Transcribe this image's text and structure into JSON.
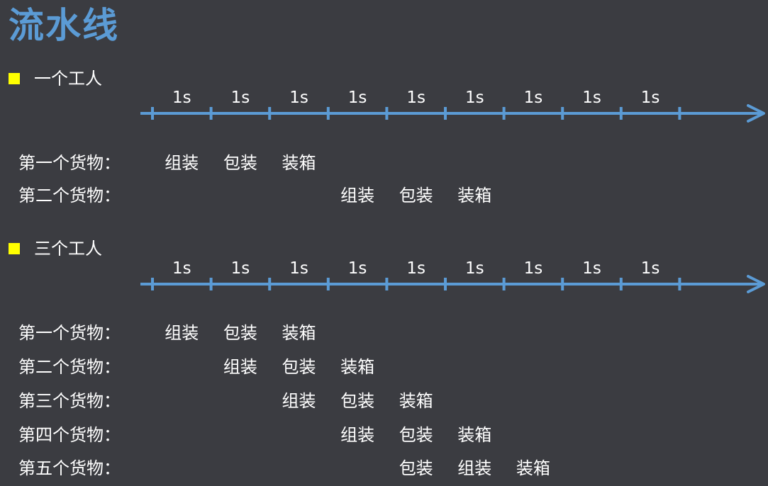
{
  "title": "流水线",
  "colors": {
    "accent": "#5b9bd5",
    "bullet": "#ffff00",
    "background": "#3b3c41",
    "text": "#ffffff"
  },
  "sections": [
    {
      "heading": "一个工人",
      "tick_labels": [
        "1s",
        "1s",
        "1s",
        "1s",
        "1s",
        "1s",
        "1s",
        "1s",
        "1s"
      ],
      "rows": [
        {
          "label": "第一个货物：",
          "steps": [
            {
              "text": "组装",
              "slot": 0
            },
            {
              "text": "包装",
              "slot": 1
            },
            {
              "text": "装箱",
              "slot": 2
            }
          ]
        },
        {
          "label": "第二个货物：",
          "steps": [
            {
              "text": "组装",
              "slot": 3
            },
            {
              "text": "包装",
              "slot": 4
            },
            {
              "text": "装箱",
              "slot": 5
            }
          ]
        }
      ]
    },
    {
      "heading": "三个工人",
      "tick_labels": [
        "1s",
        "1s",
        "1s",
        "1s",
        "1s",
        "1s",
        "1s",
        "1s",
        "1s"
      ],
      "rows": [
        {
          "label": "第一个货物：",
          "steps": [
            {
              "text": "组装",
              "slot": 0
            },
            {
              "text": "包装",
              "slot": 1
            },
            {
              "text": "装箱",
              "slot": 2
            }
          ]
        },
        {
          "label": "第二个货物：",
          "steps": [
            {
              "text": "组装",
              "slot": 1
            },
            {
              "text": "包装",
              "slot": 2
            },
            {
              "text": "装箱",
              "slot": 3
            }
          ]
        },
        {
          "label": "第三个货物：",
          "steps": [
            {
              "text": "组装",
              "slot": 2
            },
            {
              "text": "包装",
              "slot": 3
            },
            {
              "text": "装箱",
              "slot": 4
            }
          ]
        },
        {
          "label": "第四个货物：",
          "steps": [
            {
              "text": "组装",
              "slot": 3
            },
            {
              "text": "包装",
              "slot": 4
            },
            {
              "text": "装箱",
              "slot": 5
            }
          ]
        },
        {
          "label": "第五个货物：",
          "steps": [
            {
              "text": "包装",
              "slot": 4
            },
            {
              "text": "组装",
              "slot": 5
            },
            {
              "text": "装箱",
              "slot": 6
            }
          ]
        }
      ]
    }
  ]
}
